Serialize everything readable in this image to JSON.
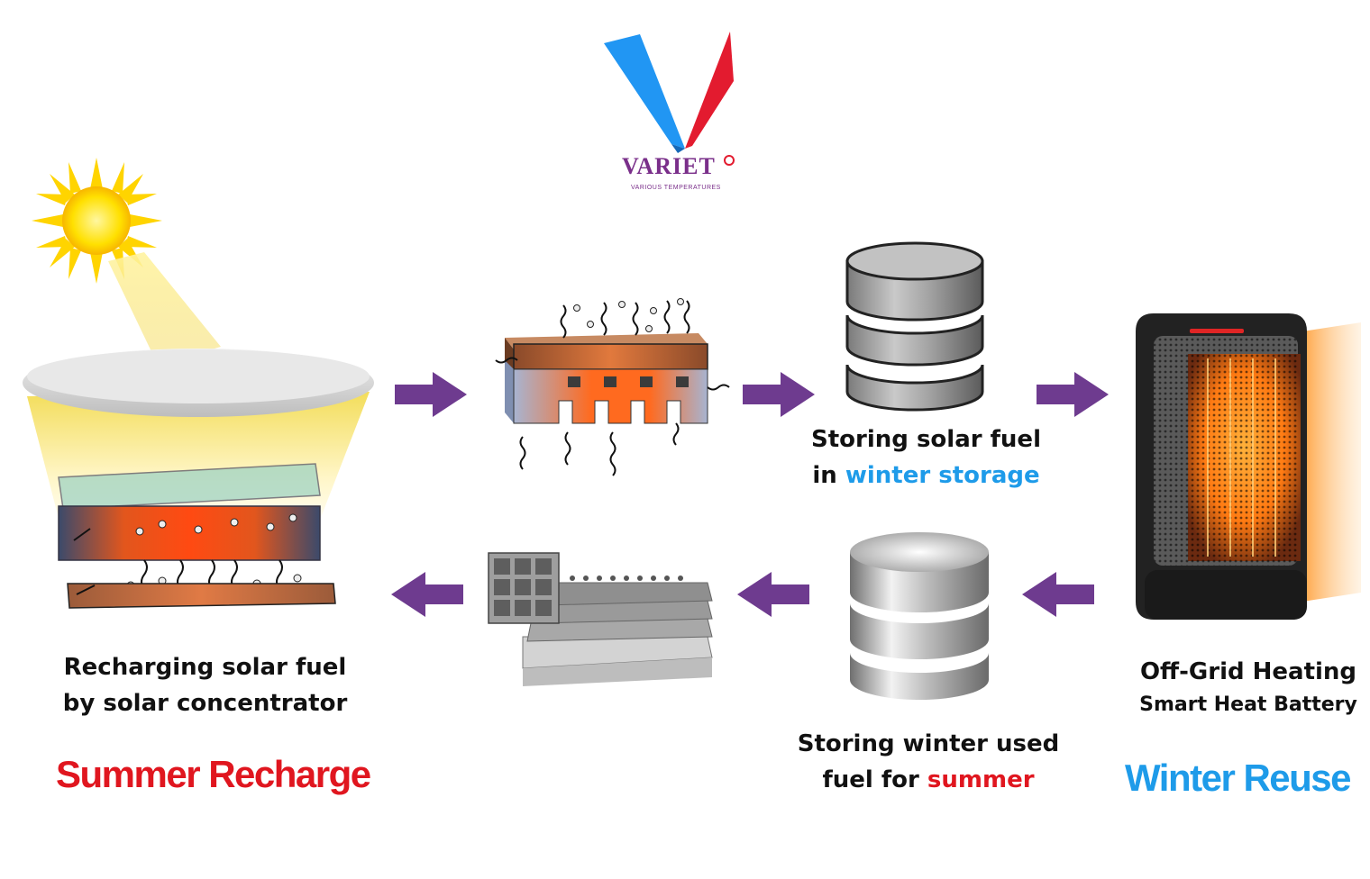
{
  "logo": {
    "brand_text": "VARIET",
    "tagline": "Various Temperatures"
  },
  "captions": {
    "storing_solar_line1": "Storing solar fuel",
    "storing_solar_line2_prefix": "in ",
    "storing_solar_line2_highlight": "winter storage",
    "storing_winter_line1": "Storing winter used",
    "storing_winter_line2_prefix": "fuel for ",
    "storing_winter_line2_highlight": "summer",
    "recharging_line1": "Recharging solar fuel",
    "recharging_line2": "by solar concentrator",
    "heating_line1": "Off-Grid Heating",
    "heating_line2": "Smart Heat Battery"
  },
  "seasons": {
    "summer": "Summer Recharge",
    "winter": "Winter Reuse"
  },
  "colors": {
    "arrow": "#6e3b8f",
    "blue_highlight": "#1e9be9",
    "red_highlight": "#e0161f",
    "logo_blue": "#2196f3",
    "logo_red": "#e31b2f"
  },
  "icons": {
    "sun": "sun-icon",
    "concentrator": "solar-concentrator-icon",
    "molecule_block": "molecular-material-icon",
    "storage_solar": "database-cylinder-icon",
    "storage_used": "metal-cylinder-icon",
    "heater": "space-heater-icon",
    "layered_film": "layered-film-icon"
  }
}
